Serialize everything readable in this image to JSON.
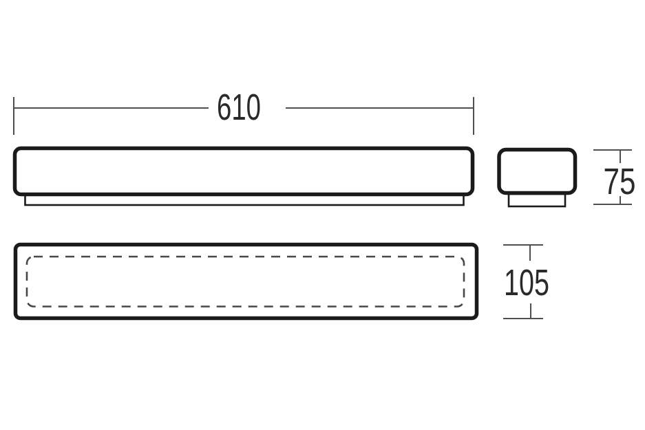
{
  "drawing": {
    "dimensions": {
      "width": "610",
      "height": "75",
      "depth": "105"
    }
  },
  "colors": {
    "background": "#ffffff",
    "outline": "#1b1b1b",
    "dimension_line": "#4f4f4f",
    "text": "#2a2a2a",
    "dashed_line": "#474747"
  }
}
